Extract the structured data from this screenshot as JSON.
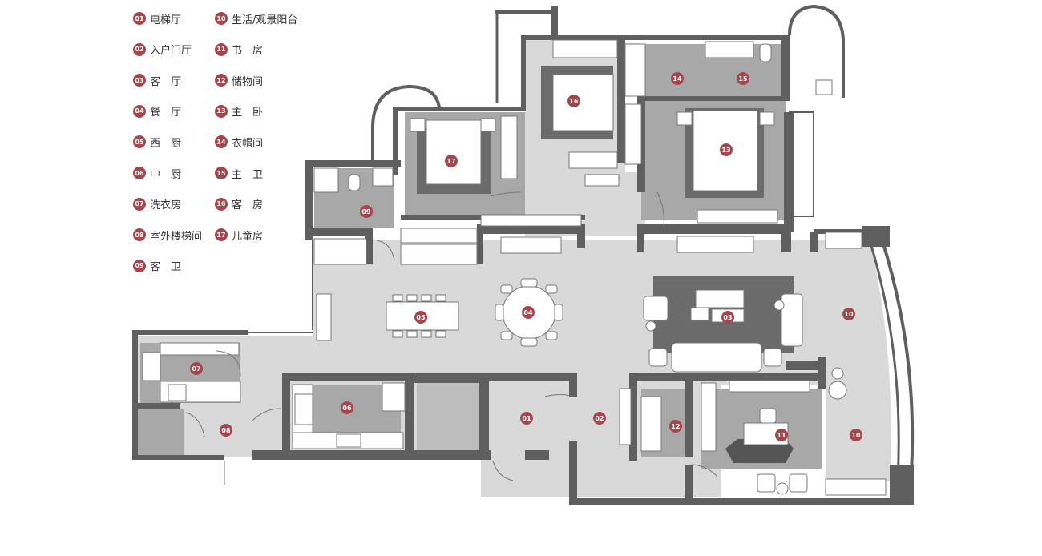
{
  "colors": {
    "badge": "#a5464c",
    "wall": "#5f5f5f",
    "floor_light": "#d9d9d9",
    "floor_room": "#a8a8a8",
    "rug_dark": "#6b6b6b",
    "furniture": "#ffffff"
  },
  "legend": [
    {
      "num": "01",
      "label": "电梯厅"
    },
    {
      "num": "02",
      "label": "入户门厅"
    },
    {
      "num": "03",
      "label": "客　厅"
    },
    {
      "num": "04",
      "label": "餐　厅"
    },
    {
      "num": "05",
      "label": "西　厨"
    },
    {
      "num": "06",
      "label": "中　厨"
    },
    {
      "num": "07",
      "label": "洗衣房"
    },
    {
      "num": "08",
      "label": "室外楼梯间"
    },
    {
      "num": "09",
      "label": "客　卫"
    },
    {
      "num": "10",
      "label": "生活/观景阳台"
    },
    {
      "num": "11",
      "label": "书　房"
    },
    {
      "num": "12",
      "label": "储物间"
    },
    {
      "num": "13",
      "label": "主　卧"
    },
    {
      "num": "14",
      "label": "衣帽间"
    },
    {
      "num": "15",
      "label": "主　卫"
    },
    {
      "num": "16",
      "label": "客　房"
    },
    {
      "num": "17",
      "label": "儿童房"
    }
  ],
  "plan_labels": [
    {
      "num": "01"
    },
    {
      "num": "02"
    },
    {
      "num": "03"
    },
    {
      "num": "04"
    },
    {
      "num": "05"
    },
    {
      "num": "06"
    },
    {
      "num": "07"
    },
    {
      "num": "08"
    },
    {
      "num": "09"
    },
    {
      "num": "10"
    },
    {
      "num": "10"
    },
    {
      "num": "11"
    },
    {
      "num": "12"
    },
    {
      "num": "13"
    },
    {
      "num": "14"
    },
    {
      "num": "15"
    },
    {
      "num": "16"
    },
    {
      "num": "17"
    }
  ]
}
